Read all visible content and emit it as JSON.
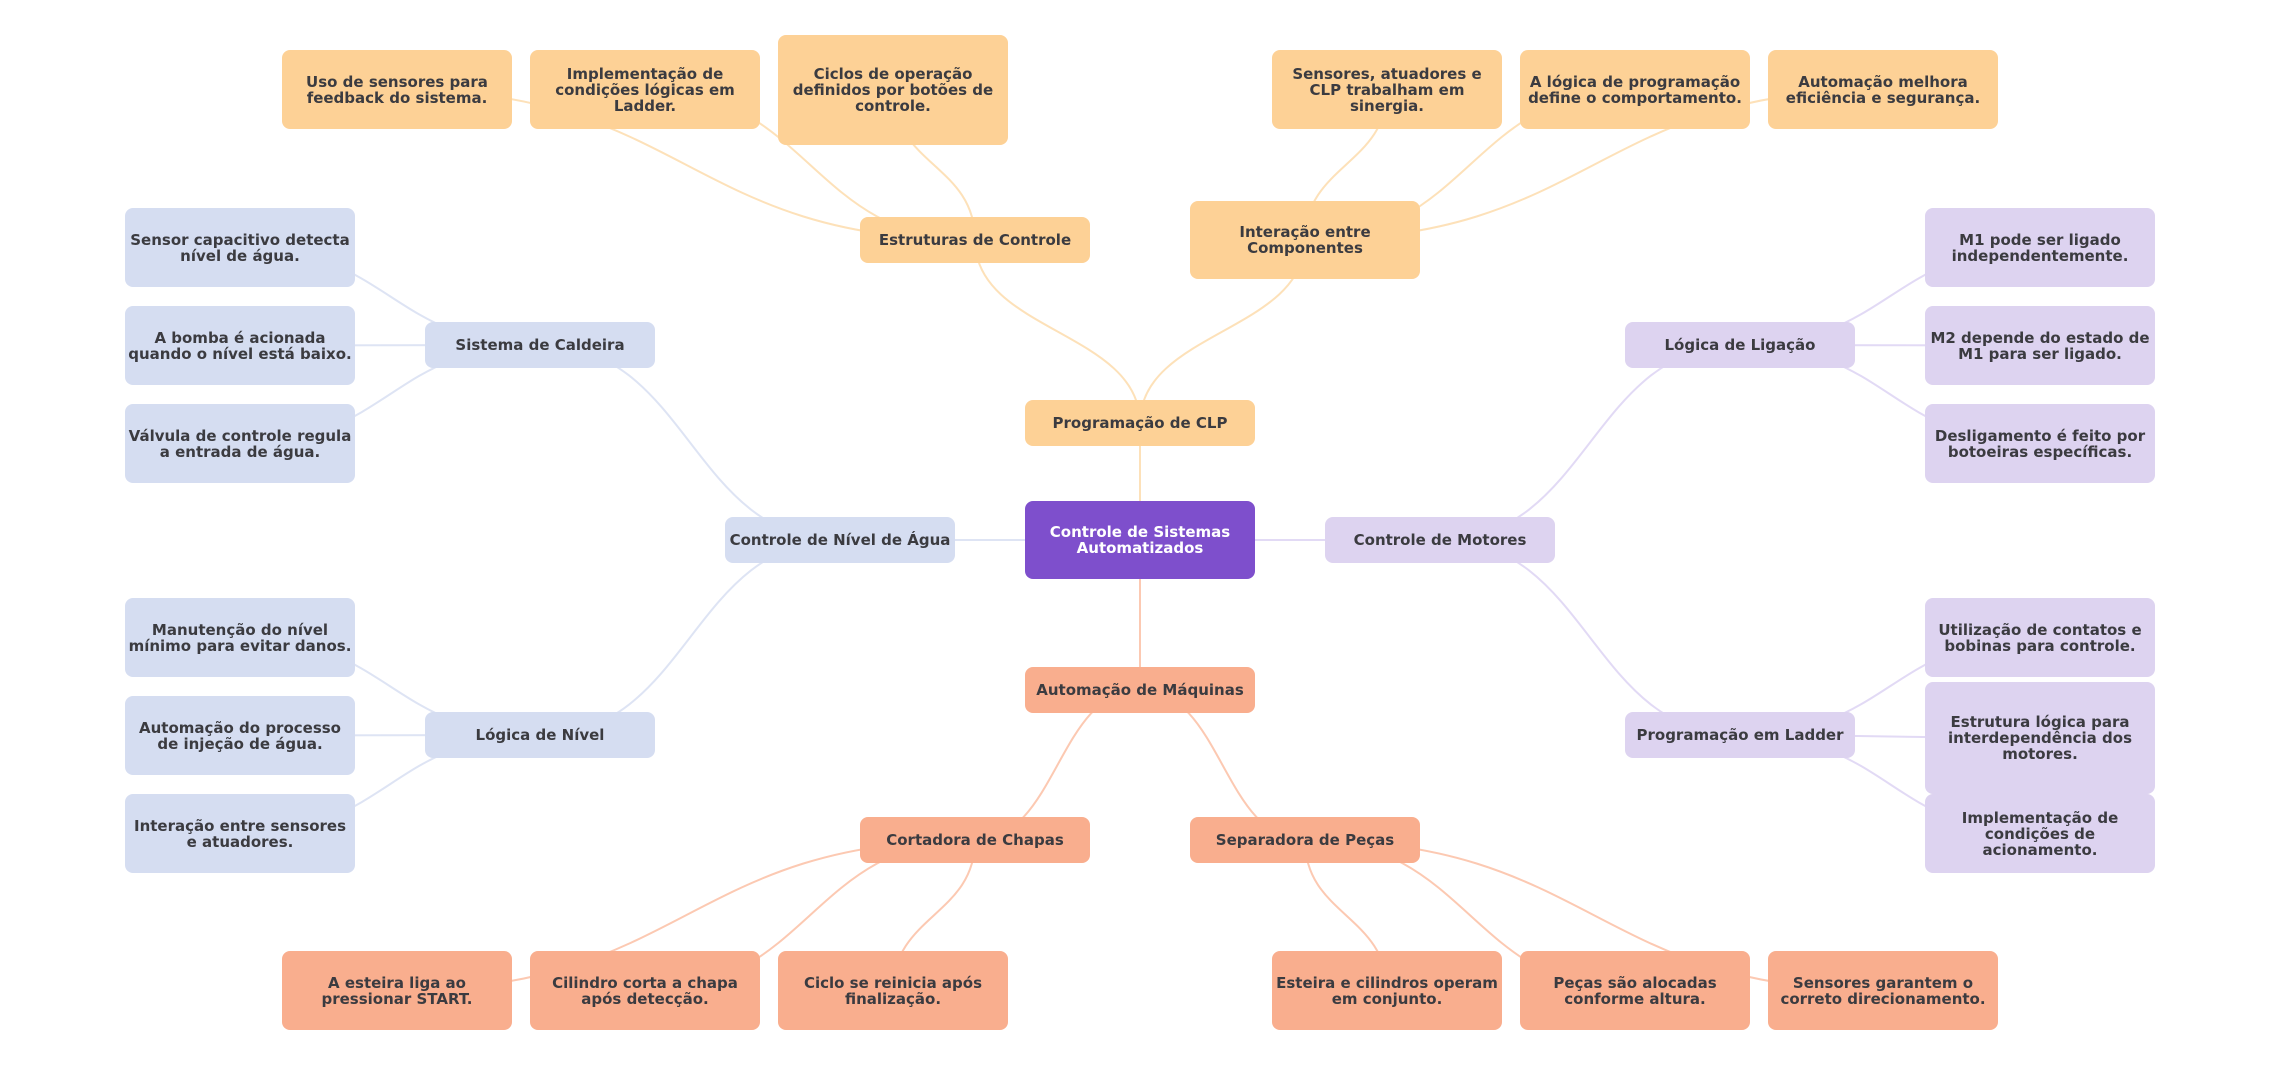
{
  "colors": {
    "root": "#7e4fcc",
    "clp": {
      "fill": "#fdd196",
      "edge": "#fde1b9"
    },
    "agua": {
      "fill": "#d5ddf1",
      "edge": "#dee4f4"
    },
    "motores": {
      "fill": "#ddd3f0",
      "edge": "#e2daf5"
    },
    "maquinas": {
      "fill": "#f9ae8e",
      "edge": "#fcc9b2"
    }
  },
  "root": {
    "label": "Controle de Sistemas Automatizados"
  },
  "branches": [
    {
      "id": "clp",
      "label": "Programação de CLP",
      "children": [
        {
          "id": "estruturas",
          "label": "Estruturas de Controle",
          "leaves": [
            "Uso de sensores para feedback do sistema.",
            "Implementação de condições lógicas em Ladder.",
            "Ciclos de operação definidos por botões de controle."
          ]
        },
        {
          "id": "interacao",
          "label": "Interação entre Componentes",
          "leaves": [
            "Sensores, atuadores e CLP trabalham em sinergia.",
            "A lógica de programação define o comportamento.",
            "Automação melhora eficiência e segurança."
          ]
        }
      ]
    },
    {
      "id": "agua",
      "label": "Controle de Nível de Água",
      "children": [
        {
          "id": "caldeira",
          "label": "Sistema de Caldeira",
          "leaves": [
            "Sensor capacitivo detecta nível de água.",
            "A bomba é acionada quando o nível está baixo.",
            "Válvula de controle regula a entrada de água."
          ]
        },
        {
          "id": "logica-nivel",
          "label": "Lógica de Nível",
          "leaves": [
            "Manutenção do nível mínimo para evitar danos.",
            "Automação do processo de injeção de água.",
            "Interação entre sensores e atuadores."
          ]
        }
      ]
    },
    {
      "id": "motores",
      "label": "Controle de Motores",
      "children": [
        {
          "id": "ligacao",
          "label": "Lógica de Ligação",
          "leaves": [
            "M1 pode ser ligado independentemente.",
            "M2 depende do estado de M1 para ser ligado.",
            "Desligamento é feito por botoeiras específicas."
          ]
        },
        {
          "id": "ladder",
          "label": "Programação em Ladder",
          "leaves": [
            "Utilização de contatos e bobinas para controle.",
            "Estrutura lógica para interdependência dos motores.",
            "Implementação de condições de acionamento."
          ]
        }
      ]
    },
    {
      "id": "maquinas",
      "label": "Automação de Máquinas",
      "children": [
        {
          "id": "cortadora",
          "label": "Cortadora de Chapas",
          "leaves": [
            "A esteira liga ao pressionar START.",
            "Cilindro corta a chapa após detecção.",
            "Ciclo se reinicia após finalização."
          ]
        },
        {
          "id": "separadora",
          "label": "Separadora de Peças",
          "leaves": [
            "Esteira e cilindros operam em conjunto.",
            "Peças são alocadas conforme altura.",
            "Sensores garantem o correto direcionamento."
          ]
        }
      ]
    }
  ]
}
